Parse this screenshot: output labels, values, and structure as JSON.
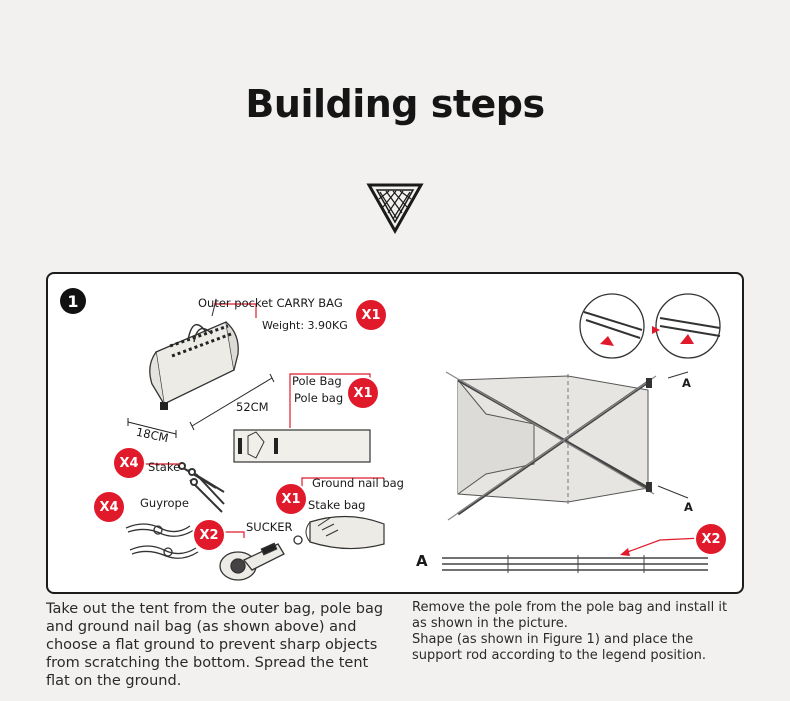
{
  "heading": {
    "title": "Building steps"
  },
  "step": {
    "number": "1",
    "labels": {
      "carry_bag": "Outer pocket CARRY BAG",
      "weight": "Weight: 3.90KG",
      "pole_bag_title": "Pole Bag",
      "pole_bag": "Pole bag",
      "length": "52CM",
      "width": "18CM",
      "stake": "Stake",
      "guyrope": "Guyrope",
      "ground_nail_bag": "Ground nail bag",
      "stake_bag": "Stake bag",
      "sucker": "SUCKER",
      "a_top": "A",
      "a_bottom": "A",
      "a_left": "A"
    },
    "badges": {
      "carry_bag": "X1",
      "pole_bag": "X1",
      "stake": "X4",
      "guyrope": "X4",
      "stake_bag": "X1",
      "sucker": "X2",
      "poles": "X2"
    }
  },
  "descriptions": {
    "left": "Take out the tent from the outer bag, pole bag and ground nail bag (as shown above) and choose a flat ground to prevent sharp objects from scratching the bottom. Spread the tent flat on the ground.",
    "right_1": "Remove the pole from the pole bag and install it as shown in the picture.",
    "right_2": "Shape (as shown in Figure 1) and place the support rod according to the legend position."
  },
  "colors": {
    "accent": "#e11a2b",
    "text": "#222222",
    "background": "#f2f1ef"
  }
}
